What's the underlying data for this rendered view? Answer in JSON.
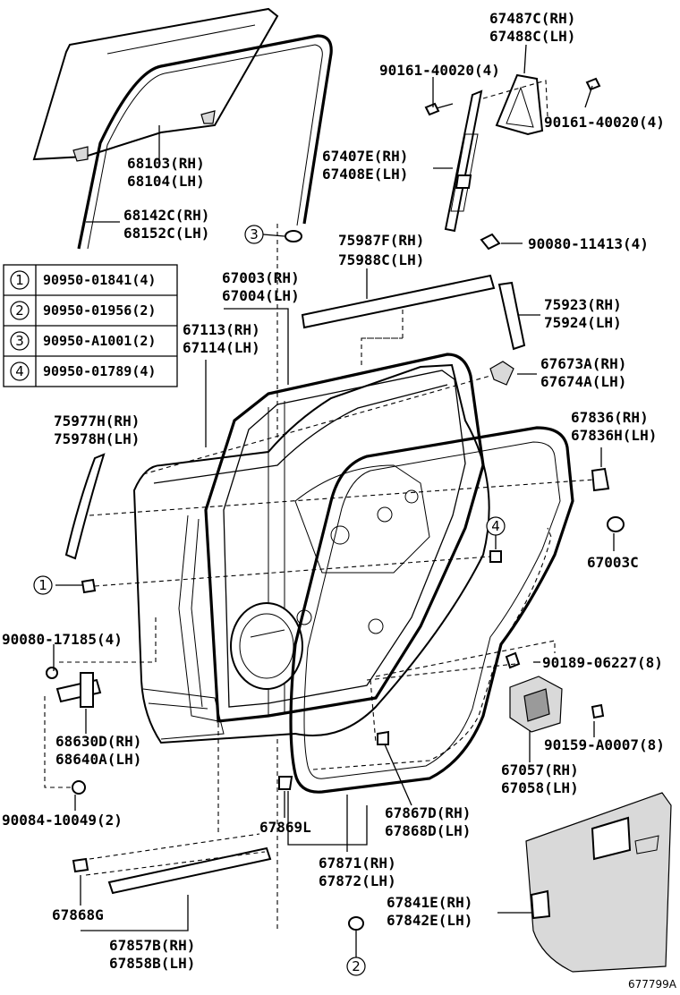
{
  "diagram_id": "677799A",
  "legend": [
    {
      "marker": "1",
      "code": "90950-01841(4)"
    },
    {
      "marker": "2",
      "code": "90950-01956(2)"
    },
    {
      "marker": "3",
      "code": "90950-A1001(2)"
    },
    {
      "marker": "4",
      "code": "90950-01789(4)"
    }
  ],
  "callout_markers": [
    "1",
    "2",
    "3",
    "4"
  ],
  "parts": {
    "p67487": {
      "rh": "67487C(RH)",
      "lh": "67488C(LH)"
    },
    "p90161a": "90161-40020(4)",
    "p90161b": "90161-40020(4)",
    "p67407": {
      "rh": "67407E(RH)",
      "lh": "67408E(LH)"
    },
    "p68103": {
      "rh": "68103(RH)",
      "lh": "68104(LH)"
    },
    "p68142": {
      "rh": "68142C(RH)",
      "lh": "68152C(LH)"
    },
    "p90080_11413": "90080-11413(4)",
    "p75987": {
      "rh": "75987F(RH)",
      "lh": "75988C(LH)"
    },
    "p67003": {
      "rh": "67003(RH)",
      "lh": "67004(LH)"
    },
    "p67113": {
      "rh": "67113(RH)",
      "lh": "67114(LH)"
    },
    "p75923": {
      "rh": "75923(RH)",
      "lh": "75924(LH)"
    },
    "p67673": {
      "rh": "67673A(RH)",
      "lh": "67674A(LH)"
    },
    "p75977": {
      "rh": "75977H(RH)",
      "lh": "75978H(LH)"
    },
    "p67836": {
      "rh": "67836(RH)",
      "lh": "67836H(LH)"
    },
    "p67003c": "67003C",
    "p90080_17185": "90080-17185(4)",
    "p90189": "90189-06227(8)",
    "p68630": {
      "rh": "68630D(RH)",
      "lh": "68640A(LH)"
    },
    "p90159": "90159-A0007(8)",
    "p67057": {
      "rh": "67057(RH)",
      "lh": "67058(LH)"
    },
    "p67867": {
      "rh": "67867D(RH)",
      "lh": "67868D(LH)"
    },
    "p90084": "90084-10049(2)",
    "p67869": "67869L",
    "p67871": {
      "rh": "67871(RH)",
      "lh": "67872(LH)"
    },
    "p67868g": "67868G",
    "p67841": {
      "rh": "67841E(RH)",
      "lh": "67842E(LH)"
    },
    "p67857": {
      "rh": "67857B(RH)",
      "lh": "67858B(LH)"
    }
  }
}
